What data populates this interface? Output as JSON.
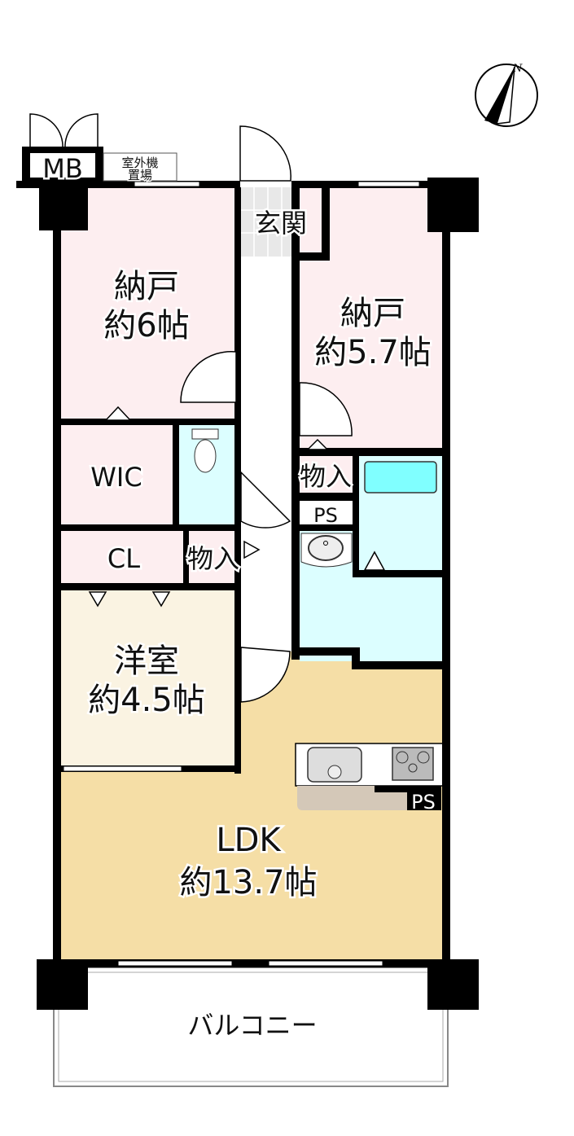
{
  "floorplan": {
    "compass": {
      "north_label": "N"
    },
    "rooms": {
      "storage_6": {
        "name": "納戸",
        "size": "約6帖",
        "color": "#fdeef0"
      },
      "storage_57": {
        "name": "納戸",
        "size": "約5.7帖",
        "color": "#fdeef0"
      },
      "entrance": {
        "name": "玄関",
        "color": "#e8e8e8"
      },
      "wic": {
        "name": "WIC",
        "color": "#fdeef0"
      },
      "closet": {
        "name": "CL",
        "color": "#fdeef0"
      },
      "closet_storage_left": {
        "name": "物入"
      },
      "closet_storage_right": {
        "name": "物入"
      },
      "ps_upper": {
        "name": "PS"
      },
      "ps_kitchen": {
        "name": "PS"
      },
      "western_room": {
        "name": "洋室",
        "size": "約4.5帖",
        "color": "#faf3e2"
      },
      "ldk": {
        "name": "LDK",
        "size": "約13.7帖",
        "color": "#f5dea6"
      },
      "balcony": {
        "name": "バルコニー"
      },
      "meter_box": {
        "name": "MB"
      },
      "ac_unit_space": {
        "line1": "室外機",
        "line2": "置場"
      },
      "wet_area_color": "#dcfeff",
      "bathtub_color": "#80ffff"
    }
  }
}
